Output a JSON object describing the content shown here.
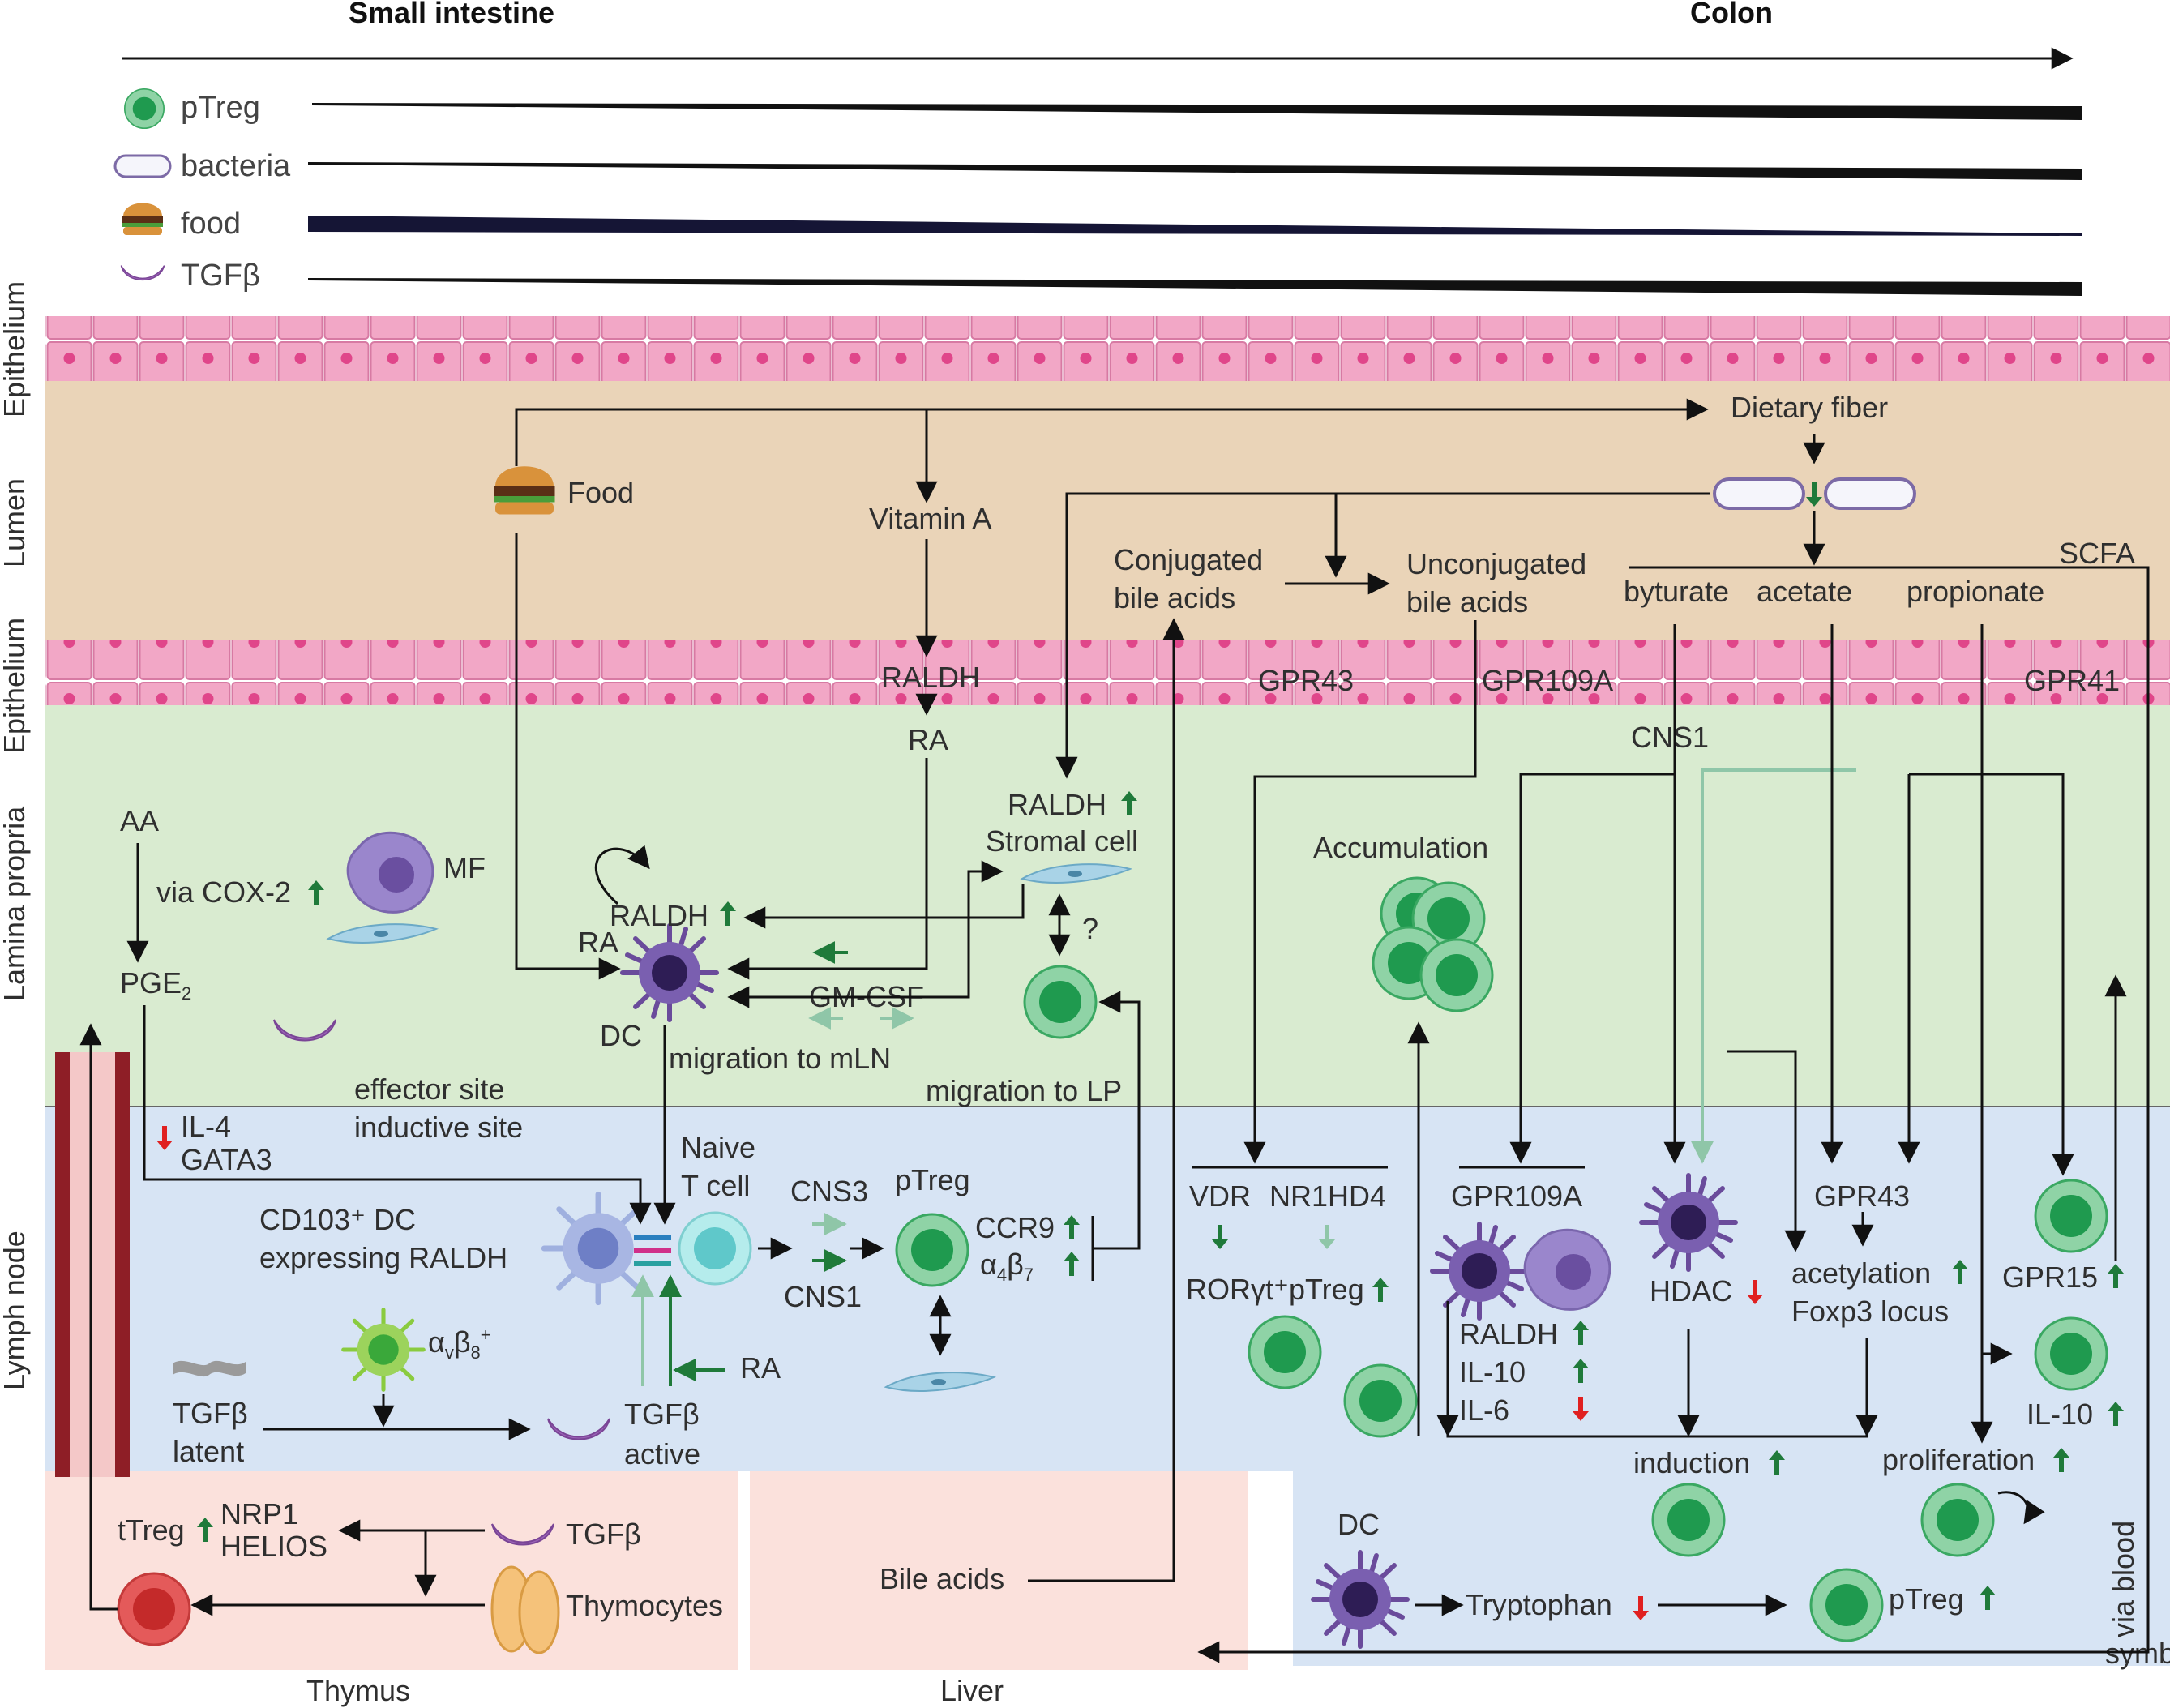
{
  "header": {
    "left": "Small intestine",
    "right": "Colon"
  },
  "legend": [
    {
      "key": "ptreg",
      "label": "pTreg"
    },
    {
      "key": "bacteria",
      "label": "bacteria"
    },
    {
      "key": "food",
      "label": "food"
    },
    {
      "key": "tgfb",
      "label": "TGFβ"
    }
  ],
  "layers": {
    "epithelium": "Epithelium",
    "lumen": "Lumen",
    "lamina_propria": "Lamina propria",
    "lymph_node": "Lymph node"
  },
  "lumen": {
    "food": "Food",
    "vitamin_a": "Vitamin A",
    "dietary_fiber": "Dietary fiber",
    "conjugated_1": "Conjugated",
    "conjugated_2": "bile acids",
    "unconjugated_1": "Unconjugated",
    "unconjugated_2": "bile acids",
    "byturate": "byturate",
    "acetate": "acetate",
    "propionate": "propionate",
    "scfa": "SCFA"
  },
  "epithelium": {
    "raldh": "RALDH",
    "gpr43": "GPR43",
    "gpr109a": "GPR109A",
    "gpr41": "GPR41"
  },
  "lamina_propria": {
    "ra_top": "RA",
    "aa": "AA",
    "via_cox2": "via COX-2",
    "mf": "MF",
    "pge2_main": "PGE",
    "pge2_sub": "2",
    "raldh_dc": "RALDH",
    "ra_dc": "RA",
    "dc": "DC",
    "gm_csf": "GM-CSF",
    "raldh_stromal": "RALDH",
    "stromal_cell": "Stromal cell",
    "question": "?",
    "migration_mln": "migration to mLN",
    "migration_lp": "migration to LP",
    "effector_site": "effector site",
    "inductive_site": "inductive site",
    "cns1": "CNS1",
    "accumulation": "Accumulation"
  },
  "lymph_node": {
    "il4": "IL-4",
    "gata3": "GATA3",
    "naive_1": "Naive",
    "naive_2": "T cell",
    "cd103_1": "CD103⁺ DC",
    "cd103_2": "expressing RALDH",
    "cns3": "CNS3",
    "cns1": "CNS1",
    "ptreg": "pTreg",
    "ccr9": "CCR9",
    "a4b7_main": "α",
    "a4b7_sub1": "4",
    "a4b7_b": "β",
    "a4b7_sub2": "7",
    "avb8_a": "α",
    "avb8_v": "v",
    "avb8_b": "β",
    "avb8_8": "8",
    "avb8_plus": "+",
    "ra": "RA",
    "tgfb_latent_1": "TGFβ",
    "tgfb_latent_2": "latent",
    "tgfb_active_1": "TGFβ",
    "tgfb_active_2": "active",
    "vdr": "VDR",
    "nr1hd4": "NR1HD4",
    "roryt": "RORγt⁺pTreg",
    "gpr109a": "GPR109A",
    "raldh": "RALDH",
    "il10_a": "IL-10",
    "il6": "IL-6",
    "hdac": "HDAC",
    "gpr43": "GPR43",
    "acetylation": "acetylation",
    "foxp3": "Foxp3 locus",
    "gpr15": "GPR15",
    "il10_b": "IL-10",
    "induction": "induction",
    "proliferation": "proliferation",
    "dc": "DC",
    "tryptophan": "Tryptophan",
    "ptreg_b": "pTreg",
    "via_blood": "via blood"
  },
  "thymus": {
    "ttreg": "tTreg",
    "nrp1": "NRP1",
    "helios": "HELIOS",
    "tgfb": "TGFβ",
    "thymocytes": "Thymocytes",
    "label": "Thymus"
  },
  "liver": {
    "bile_acids": "Bile acids",
    "label": "Liver"
  },
  "credit": "symbols from BioRender",
  "colors": {
    "epithelium": "#f3a9c8",
    "lumen": "#ead4b8",
    "lamina_propria": "#d9ebd0",
    "lymph_node": "#d7e4f4",
    "thymus_liver": "#fbe1dc",
    "ptreg": "#2b9d57",
    "up_arrow": "#1f7a3a",
    "down_arrow": "#e02020",
    "dc": "#5a3a86"
  }
}
